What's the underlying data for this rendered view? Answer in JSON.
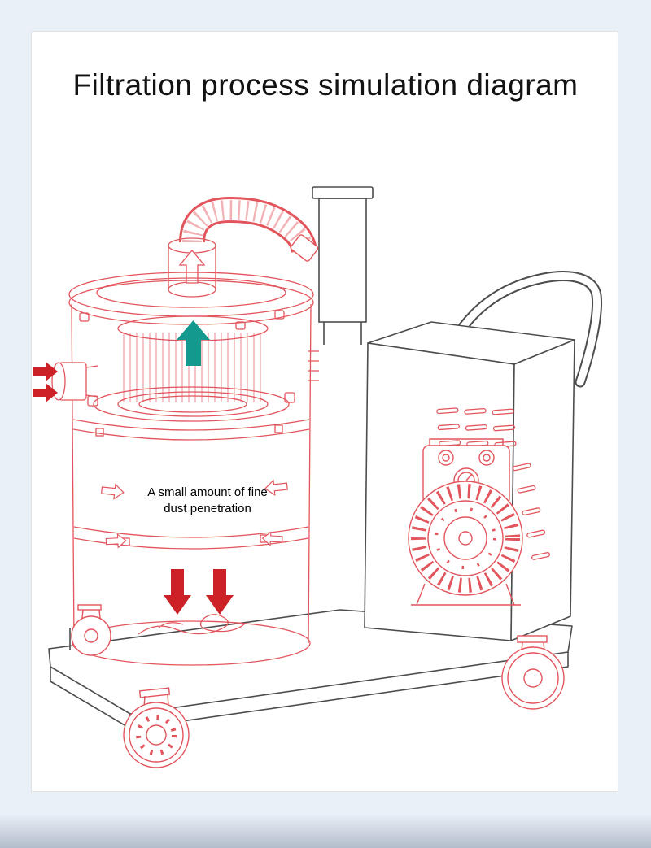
{
  "page": {
    "title": "Filtration process simulation diagram"
  },
  "diagram": {
    "label": {
      "line1": "A small amount of fine",
      "line2": "dust penetration"
    },
    "icons": {
      "teal_up_arrow": "clean-air-up-arrow",
      "red_right_arrows": "dust-inlet-arrows",
      "hollow_arrows": "fine-dust-inward-arrows",
      "red_down_arrows": "dust-fall-arrows"
    },
    "colors": {
      "line_red": "#e2555c",
      "solid_red": "#cc2127",
      "teal": "#14998f",
      "line_dark": "#4d4d4d",
      "page_bg": "#e9f0f8",
      "card_bg": "#ffffff"
    }
  }
}
